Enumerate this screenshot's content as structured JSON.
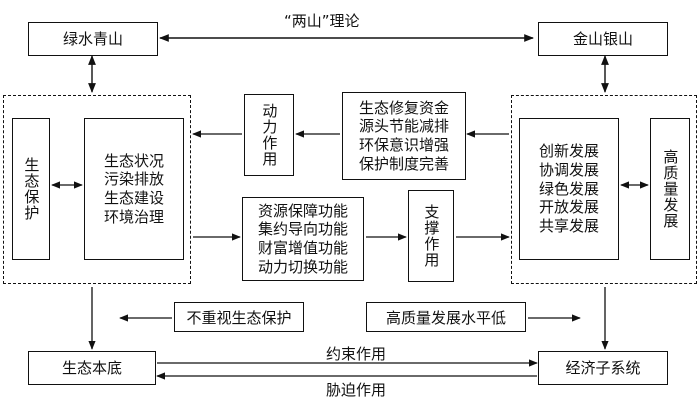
{
  "top": {
    "left_box": "绿水青山",
    "right_box": "金山银山",
    "theory_label": "“两山”理论"
  },
  "left_group": {
    "eco_protect": "生态保护",
    "eco_status": "生态状况\n污染排放\n生态建设\n环境治理"
  },
  "middle": {
    "dynamic_effect": "动力作用",
    "source_items": "生态修复资金\n源头节能减排\n环保意识增强\n保护制度完善",
    "function_items": "资源保障功能\n集约导向功能\n财富增值功能\n动力切换功能",
    "support_effect": "支撑作用"
  },
  "right_group": {
    "development_items": "创新发展\n协调发展\n绿色发展\n开放发展\n共享发展",
    "high_quality": "高质量发展"
  },
  "bottom": {
    "neglect_label": "不重视生态保护",
    "low_level_label": "高质量发展水平低",
    "eco_base": "生态本底",
    "econ_system": "经济子系统",
    "constraint_label": "约束作用",
    "coercion_label": "胁迫作用"
  }
}
